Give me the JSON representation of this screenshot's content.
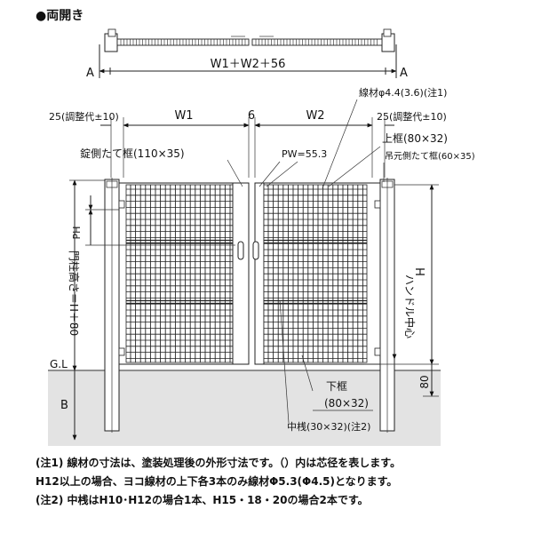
{
  "title": "●両開き",
  "labels": {
    "a_left": "A",
    "a_right": "A",
    "total_width": "W1＋W2＋56",
    "wire": "線材φ4.4(3.6)(注1)",
    "adjust_left": "25(調整代±10)",
    "adjust_right": "25(調整代±10)",
    "w1": "W1",
    "gap": "6",
    "w2": "W2",
    "top_frame": "上框(80×32)",
    "lock_post": "錠側たて框(110×35)",
    "pw": "PW=55.3",
    "hinge_post": "吊元側たて框(60×35)",
    "post_height": "門柱高さ＝H＋80",
    "ph": "PH",
    "handle_center": "ハンドル中心",
    "h": "H",
    "gl": "G.L",
    "b": "B",
    "bottom_80": "80",
    "bottom_frame_1": "下框",
    "bottom_frame_2": "(80×32)",
    "mid_bar": "中桟(30×32)(注2)"
  },
  "notes": [
    "(注1) 線材の寸法は、塗装処理後の外形寸法です。（）内は芯径を表します。",
    "H12以上の場合、ヨコ線材の上下各3本のみ線材Φ5.3(Φ4.5)となります。",
    "(注2) 中桟はH10･H12の場合1本、H15・18・20の場合2本です。"
  ]
}
